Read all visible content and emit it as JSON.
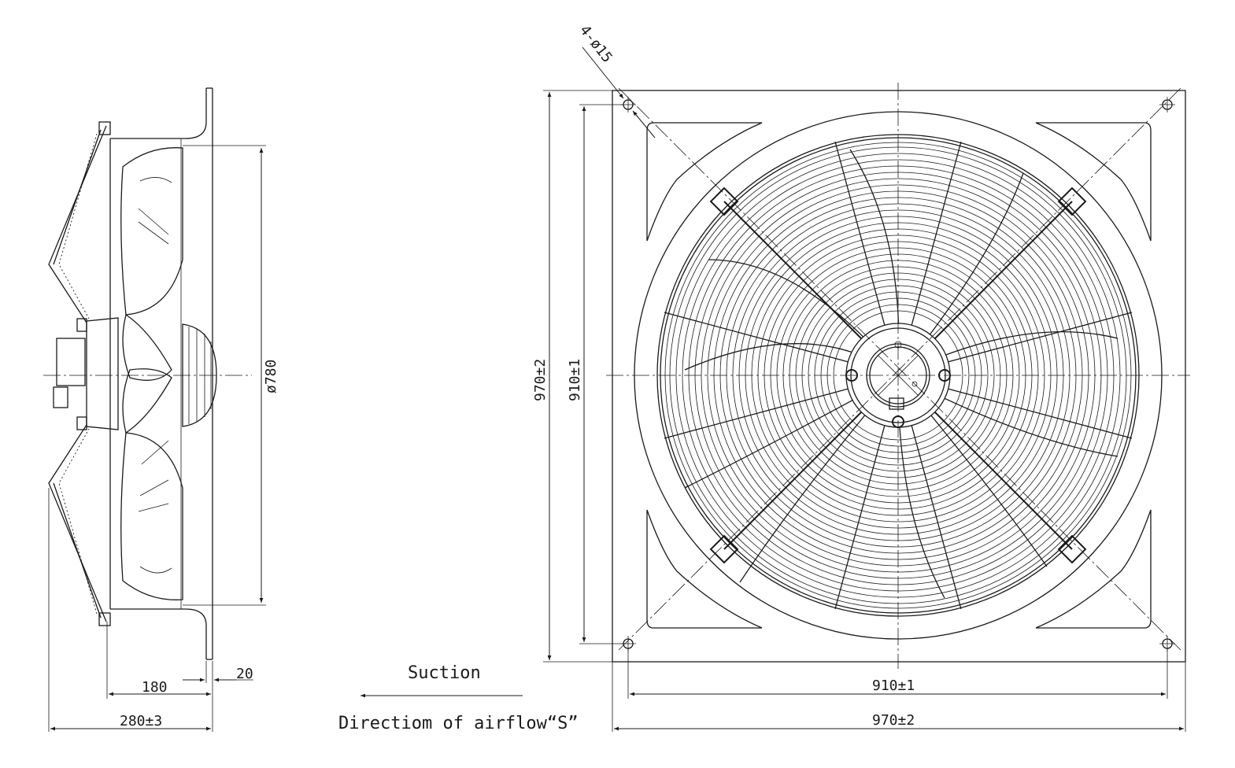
{
  "dimensions": {
    "side_diameter": "ø780",
    "side_flange_depth": "180",
    "side_flange_thickness": "20",
    "side_total_depth": "280±3",
    "front_hole_spacing_h": "910±1",
    "front_plate_width": "970±2",
    "front_hole_spacing_v": "910±1",
    "front_plate_height": "970±2",
    "mounting_holes": "4-ø15"
  },
  "airflow": {
    "label": "Suction",
    "caption": "Directiom of airflow“S”"
  }
}
